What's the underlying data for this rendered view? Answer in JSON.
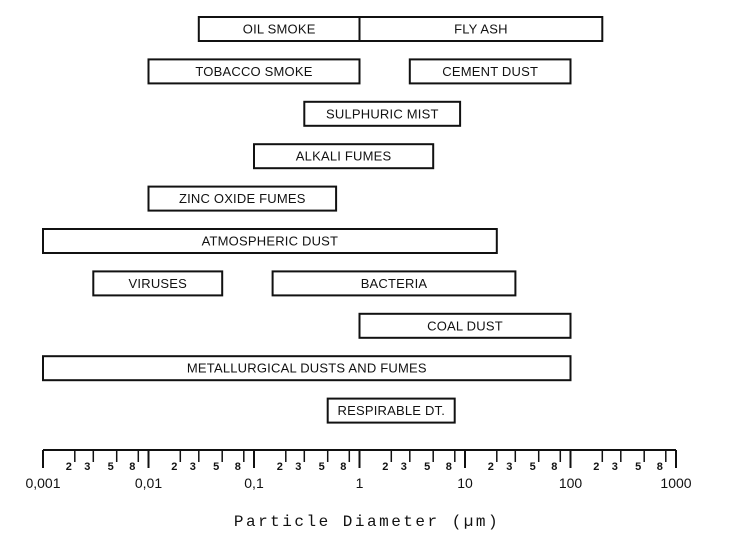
{
  "chart_data": {
    "type": "range-bar",
    "scale": "log",
    "xlim": [
      0.001,
      1000
    ],
    "xlabel": "Particle Diameter (µm)",
    "major_tick_labels": [
      "0,001",
      "0,01",
      "0,1",
      "1",
      "10",
      "100",
      "1000"
    ],
    "minor_tick_labels": [
      "2",
      "3",
      "5",
      "8"
    ],
    "rows": [
      {
        "row": 0,
        "bars": [
          {
            "label": "OIL SMOKE",
            "from": 0.03,
            "to": 1
          },
          {
            "label": "FLY ASH",
            "from": 1,
            "to": 200
          }
        ]
      },
      {
        "row": 1,
        "bars": [
          {
            "label": "TOBACCO SMOKE",
            "from": 0.01,
            "to": 1
          },
          {
            "label": "CEMENT DUST",
            "from": 3,
            "to": 100
          }
        ]
      },
      {
        "row": 2,
        "bars": [
          {
            "label": "SULPHURIC MIST",
            "from": 0.3,
            "to": 9
          }
        ]
      },
      {
        "row": 3,
        "bars": [
          {
            "label": "ALKALI FUMES",
            "from": 0.1,
            "to": 5
          }
        ]
      },
      {
        "row": 4,
        "bars": [
          {
            "label": "ZINC OXIDE FUMES",
            "from": 0.01,
            "to": 0.6
          }
        ]
      },
      {
        "row": 5,
        "bars": [
          {
            "label": "ATMOSPHERIC DUST",
            "from": 0.001,
            "to": 20
          }
        ]
      },
      {
        "row": 6,
        "bars": [
          {
            "label": "VIRUSES",
            "from": 0.003,
            "to": 0.05
          },
          {
            "label": "BACTERIA",
            "from": 0.15,
            "to": 30
          }
        ]
      },
      {
        "row": 7,
        "bars": [
          {
            "label": "COAL DUST",
            "from": 1,
            "to": 100
          }
        ]
      },
      {
        "row": 8,
        "bars": [
          {
            "label": "METALLURGICAL DUSTS AND FUMES",
            "from": 0.001,
            "to": 100
          }
        ]
      },
      {
        "row": 9,
        "bars": [
          {
            "label": "RESPIRABLE DT.",
            "from": 0.5,
            "to": 8
          }
        ]
      }
    ]
  }
}
